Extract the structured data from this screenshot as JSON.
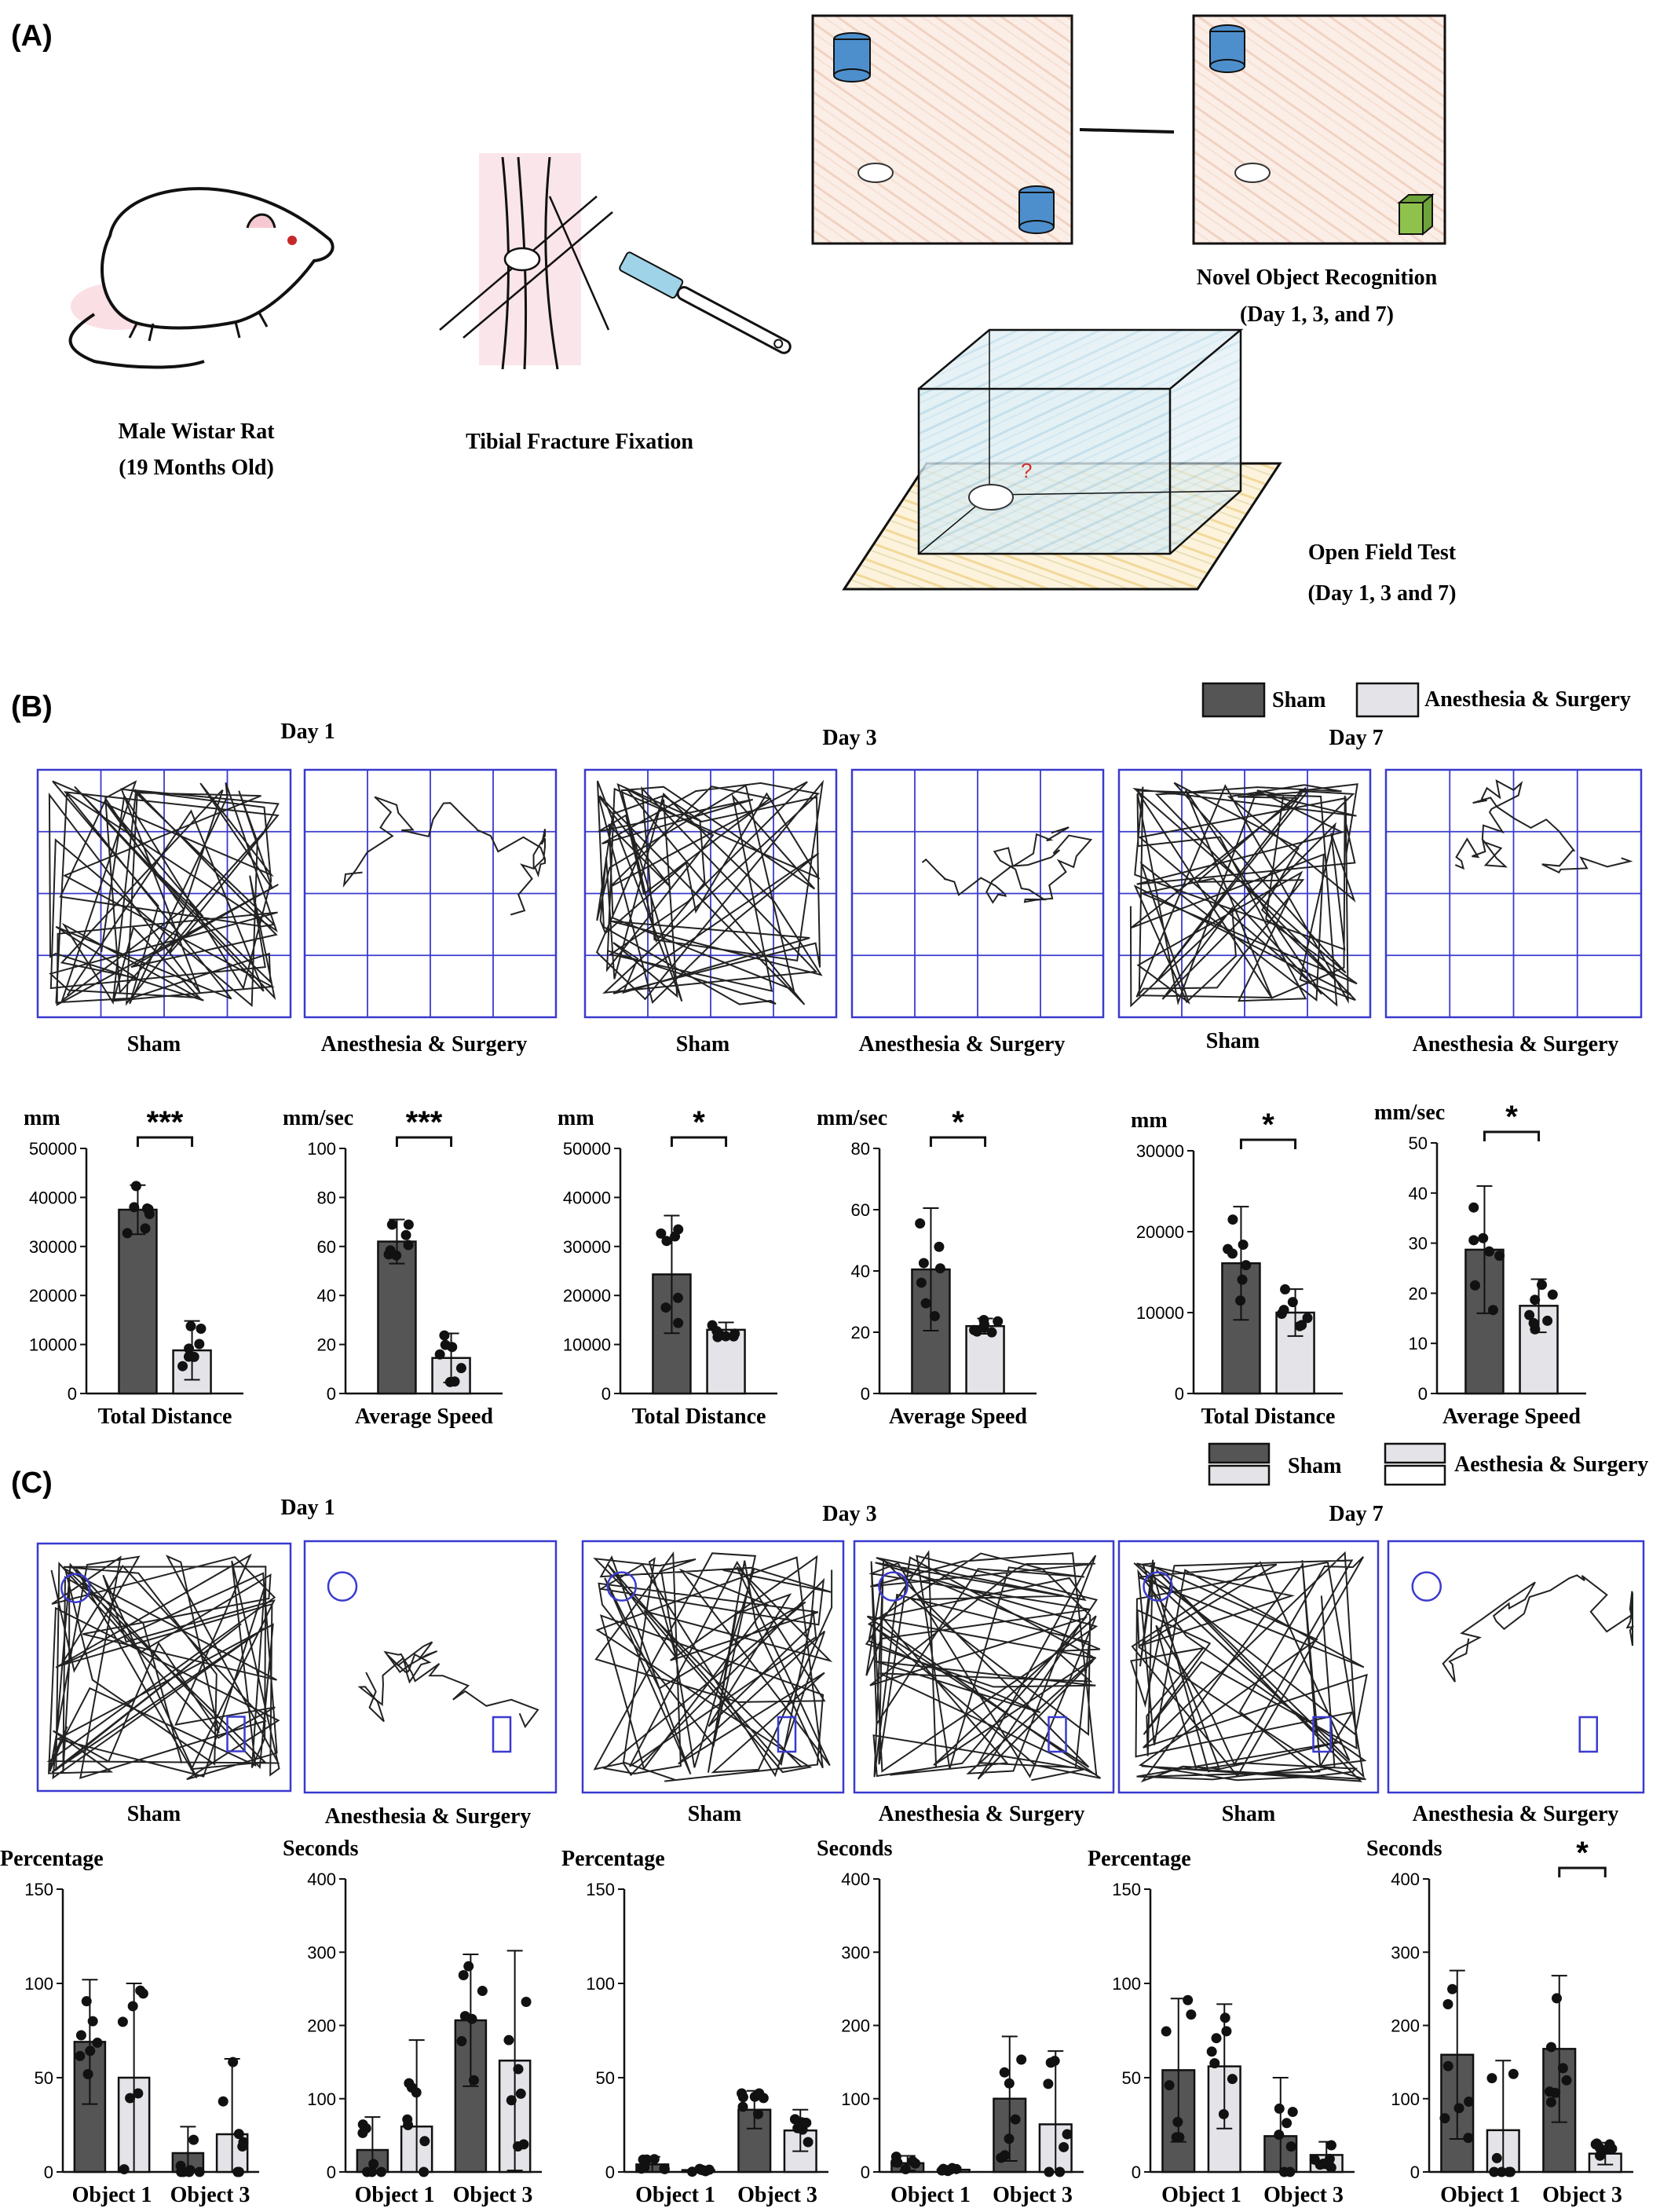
{
  "panels": {
    "a": "(A)",
    "b": "(B)",
    "c": "(C)"
  },
  "panel_a": {
    "rat_caption": "Male Wistar Rat",
    "rat_age": "(19 Months Old)",
    "surgery_caption": "Tibial Fracture Fixation",
    "nor_caption": "Novel Object Recognition",
    "nor_days": "(Day 1, 3, and 7)",
    "oft_caption": "Open Field Test",
    "oft_days": "(Day 1, 3 and 7)",
    "question_mark": "?"
  },
  "legend_top": {
    "sham": "Sham",
    "surgery": "Anesthesia & Surgery"
  },
  "legend_bottom": {
    "sham": "Sham",
    "surgery": "Aesthesia & Surgery"
  },
  "colors": {
    "sham": "#555555",
    "surgery": "#e4e4e8",
    "grid": "#3a3acf",
    "bg": "#ffffff"
  },
  "days": [
    "Day 1",
    "Day 3",
    "Day 7"
  ],
  "track_labels": {
    "sham": "Sham",
    "surgery": "Anesthesia & Surgery"
  },
  "chart_data": [
    {
      "type": "bar",
      "panel": "B",
      "day": "Day 1",
      "unit": "mm",
      "categories": [
        "Total Distance"
      ],
      "series": [
        {
          "name": "Sham",
          "values": [
            37500
          ],
          "error": [
            5000
          ]
        },
        {
          "name": "Anesthesia & Surgery",
          "values": [
            8800
          ],
          "error": [
            6000
          ]
        }
      ],
      "ylim": [
        0,
        50000
      ],
      "yticks": [
        0,
        10000,
        20000,
        30000,
        40000,
        50000
      ],
      "sig": "***"
    },
    {
      "type": "bar",
      "panel": "B",
      "day": "Day 1",
      "unit": "mm/sec",
      "categories": [
        "Average Speed"
      ],
      "series": [
        {
          "name": "Sham",
          "values": [
            62
          ],
          "error": [
            9
          ]
        },
        {
          "name": "Anesthesia & Surgery",
          "values": [
            14.5
          ],
          "error": [
            10
          ]
        }
      ],
      "ylim": [
        0,
        100
      ],
      "yticks": [
        0,
        20,
        40,
        60,
        80,
        100
      ],
      "sig": "***"
    },
    {
      "type": "bar",
      "panel": "B",
      "day": "Day 3",
      "unit": "mm",
      "categories": [
        "Total Distance"
      ],
      "series": [
        {
          "name": "Sham",
          "values": [
            24300
          ],
          "error": [
            12000
          ]
        },
        {
          "name": "Anesthesia & Surgery",
          "values": [
            13000
          ],
          "error": [
            1500
          ]
        }
      ],
      "ylim": [
        0,
        50000
      ],
      "yticks": [
        0,
        10000,
        20000,
        30000,
        40000,
        50000
      ],
      "sig": "*"
    },
    {
      "type": "bar",
      "panel": "B",
      "day": "Day 3",
      "unit": "mm/sec",
      "categories": [
        "Average Speed"
      ],
      "series": [
        {
          "name": "Sham",
          "values": [
            40.5
          ],
          "error": [
            20
          ]
        },
        {
          "name": "Anesthesia & Surgery",
          "values": [
            22
          ],
          "error": [
            2.5
          ]
        }
      ],
      "ylim": [
        0,
        80
      ],
      "yticks": [
        0,
        20,
        40,
        60,
        80
      ],
      "sig": "*"
    },
    {
      "type": "bar",
      "panel": "B",
      "day": "Day 7",
      "unit": "mm",
      "categories": [
        "Total Distance"
      ],
      "series": [
        {
          "name": "Sham",
          "values": [
            16100
          ],
          "error": [
            7000
          ]
        },
        {
          "name": "Anesthesia & Surgery",
          "values": [
            10000
          ],
          "error": [
            2900
          ]
        }
      ],
      "ylim": [
        0,
        30000
      ],
      "yticks": [
        0,
        10000,
        20000,
        30000
      ],
      "sig": "*"
    },
    {
      "type": "bar",
      "panel": "B",
      "day": "Day 7",
      "unit": "mm/sec",
      "categories": [
        "Average Speed"
      ],
      "series": [
        {
          "name": "Sham",
          "values": [
            28.7
          ],
          "error": [
            12.7
          ]
        },
        {
          "name": "Anesthesia & Surgery",
          "values": [
            17.5
          ],
          "error": [
            5.3
          ]
        }
      ],
      "ylim": [
        0,
        50
      ],
      "yticks": [
        0,
        10,
        20,
        30,
        40,
        50
      ],
      "sig": "*"
    },
    {
      "type": "bar",
      "panel": "C",
      "day": "Day 1",
      "unit": "Percentage",
      "categories": [
        "Object 1",
        "Object 3"
      ],
      "series": [
        {
          "name": "Sham",
          "values": [
            69,
            10
          ],
          "error": [
            33,
            14
          ]
        },
        {
          "name": "Anesthesia & Surgery",
          "values": [
            50,
            20
          ],
          "error": [
            50,
            40
          ]
        }
      ],
      "ylim": [
        0,
        150
      ],
      "yticks": [
        0,
        50,
        100,
        150
      ],
      "sig": ""
    },
    {
      "type": "bar",
      "panel": "C",
      "day": "Day 1",
      "unit": "Seconds",
      "categories": [
        "Object 1",
        "Object 3"
      ],
      "series": [
        {
          "name": "Sham",
          "values": [
            30,
            207
          ],
          "error": [
            45,
            90
          ]
        },
        {
          "name": "Anesthesia & Surgery",
          "values": [
            62,
            152
          ],
          "error": [
            118,
            150
          ]
        }
      ],
      "ylim": [
        0,
        400
      ],
      "yticks": [
        0,
        100,
        200,
        300,
        400
      ],
      "sig": ""
    },
    {
      "type": "bar",
      "panel": "C",
      "day": "Day 3",
      "unit": "Percentage",
      "categories": [
        "Object 1",
        "Object 3"
      ],
      "series": [
        {
          "name": "Sham",
          "values": [
            4,
            33
          ],
          "error": [
            4,
            10
          ]
        },
        {
          "name": "Anesthesia & Surgery",
          "values": [
            1,
            22
          ],
          "error": [
            1,
            11
          ]
        }
      ],
      "ylim": [
        0,
        150
      ],
      "yticks": [
        0,
        50,
        100,
        150
      ],
      "sig": ""
    },
    {
      "type": "bar",
      "panel": "C",
      "day": "Day 3",
      "unit": "Seconds",
      "categories": [
        "Object 1",
        "Object 3"
      ],
      "series": [
        {
          "name": "Sham",
          "values": [
            12,
            100
          ],
          "error": [
            10,
            85
          ]
        },
        {
          "name": "Anesthesia & Surgery",
          "values": [
            3,
            65
          ],
          "error": [
            3,
            100
          ]
        }
      ],
      "ylim": [
        0,
        400
      ],
      "yticks": [
        0,
        100,
        200,
        300,
        400
      ],
      "sig": ""
    },
    {
      "type": "bar",
      "panel": "C",
      "day": "Day 7",
      "unit": "Percentage",
      "categories": [
        "Object 1",
        "Object 3"
      ],
      "series": [
        {
          "name": "Sham",
          "values": [
            54,
            19
          ],
          "error": [
            38,
            31
          ]
        },
        {
          "name": "Anesthesia & Surgery",
          "values": [
            56,
            9
          ],
          "error": [
            33,
            7
          ]
        }
      ],
      "ylim": [
        0,
        150
      ],
      "yticks": [
        0,
        50,
        100,
        150
      ],
      "sig": ""
    },
    {
      "type": "bar",
      "panel": "C",
      "day": "Day 7",
      "unit": "Seconds",
      "categories": [
        "Object 1",
        "Object 3"
      ],
      "series": [
        {
          "name": "Sham",
          "values": [
            160,
            168
          ],
          "error": [
            115,
            100
          ]
        },
        {
          "name": "Anesthesia & Surgery",
          "values": [
            57,
            25
          ],
          "error": [
            95,
            15
          ]
        }
      ],
      "ylim": [
        0,
        400
      ],
      "yticks": [
        0,
        100,
        200,
        300,
        400
      ],
      "sig": "*"
    }
  ]
}
